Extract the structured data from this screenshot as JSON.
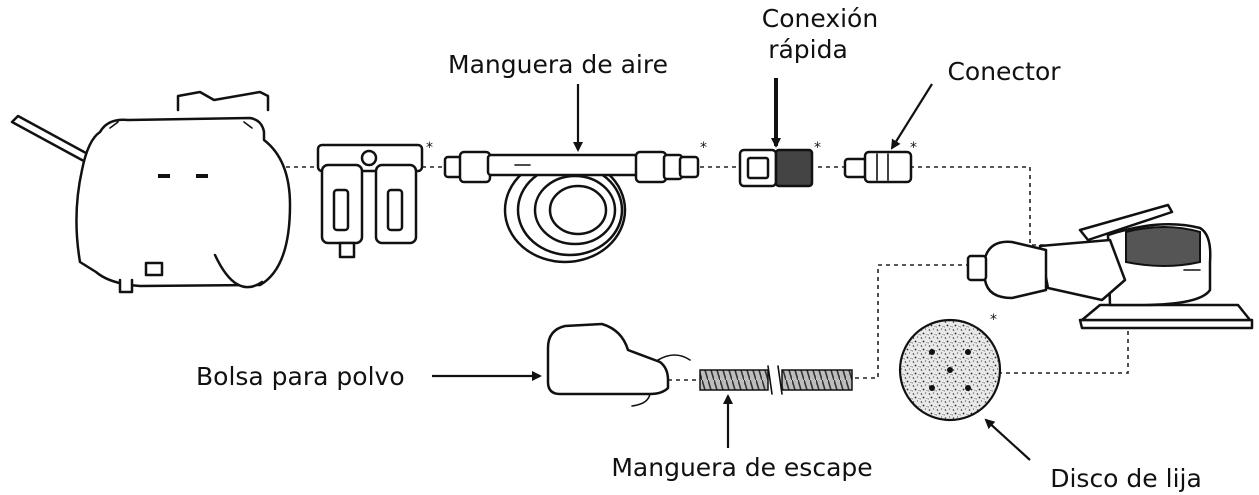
{
  "labels": {
    "air_hose": "Manguera de aire",
    "quick_connect_line1": "Conexión",
    "quick_connect_line2": "rápida",
    "connector": "Conector",
    "dust_bag": "Bolsa para polvo",
    "exhaust_hose": "Manguera de escape",
    "sanding_disc": "Disco de lija"
  },
  "asterisk": "*"
}
